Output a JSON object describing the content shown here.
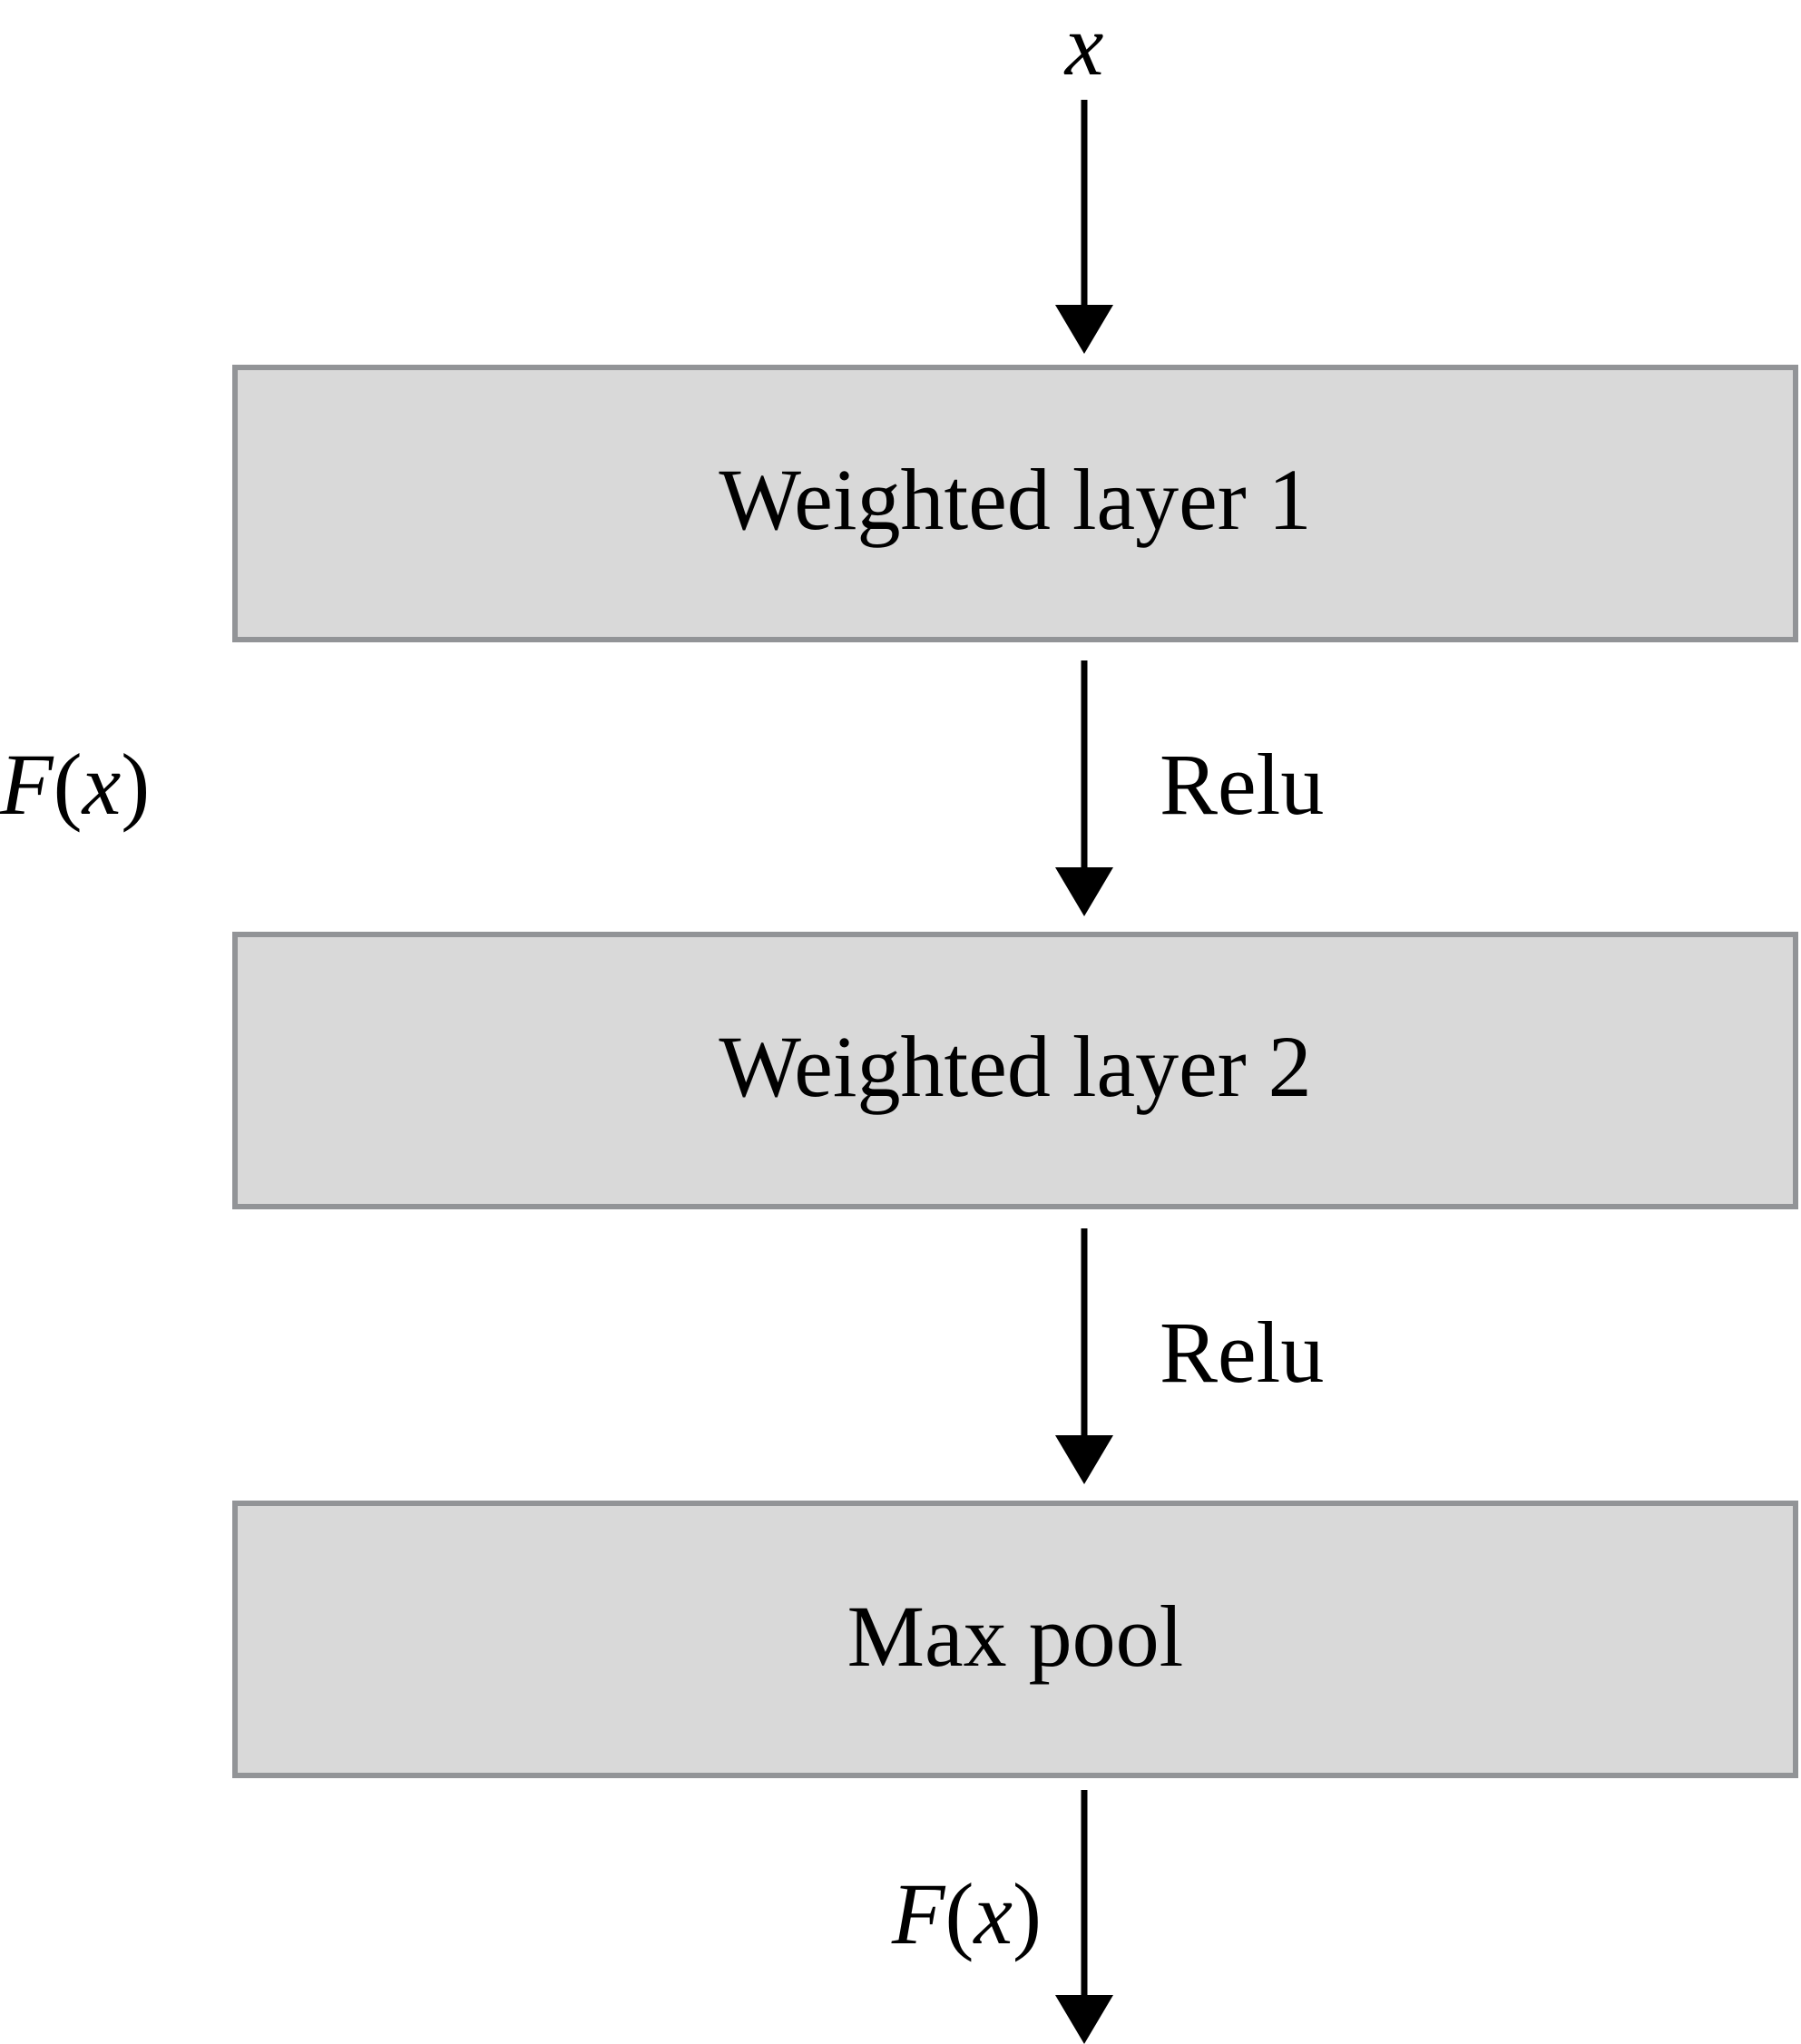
{
  "diagram": {
    "input_label": {
      "var": "x"
    },
    "boxes": [
      {
        "label": "Weighted layer 1"
      },
      {
        "label": "Weighted layer 2"
      },
      {
        "label": "Max pool"
      }
    ],
    "edges": [
      {
        "label": ""
      },
      {
        "label": "Relu"
      },
      {
        "label": "Relu"
      },
      {
        "label": ""
      }
    ],
    "side_label": {
      "func": "F",
      "open": "(",
      "var": "x",
      "close": ")"
    },
    "output_label": {
      "func": "F",
      "open": "(",
      "var": "x",
      "close": ")"
    },
    "colors": {
      "box_fill": "#d9d9d9",
      "box_border": "#929497",
      "arrow": "#000000",
      "text": "#000000"
    }
  }
}
